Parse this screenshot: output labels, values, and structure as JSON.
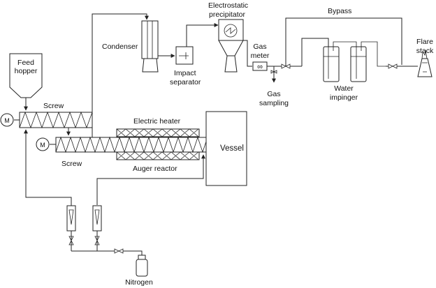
{
  "labels": {
    "feed_hopper_line1": "Feed",
    "feed_hopper_line2": "hopper",
    "screw_top": "Screw",
    "screw_bottom": "Screw",
    "motor_top": "M",
    "motor_bottom": "M",
    "electric_heater": "Electric heater",
    "auger_reactor": "Auger reactor",
    "vessel": "Vessel",
    "condenser": "Condenser",
    "impact_separator_line1": "Impact",
    "impact_separator_line2": "separator",
    "electrostatic_precipitator_line1": "Electrostatic",
    "electrostatic_precipitator_line2": "precipitator",
    "gas_meter_line1": "Gas",
    "gas_meter_line2": "meter",
    "gas_sampling_line1": "Gas",
    "gas_sampling_line2": "sampling",
    "bypass": "Bypass",
    "water_impinger_line1": "Water",
    "water_impinger_line2": "impinger",
    "flare_stack_line1": "Flare",
    "flare_stack_line2": "stack",
    "nitrogen": "Nitrogen",
    "gas_meter_symbol": "∞"
  }
}
